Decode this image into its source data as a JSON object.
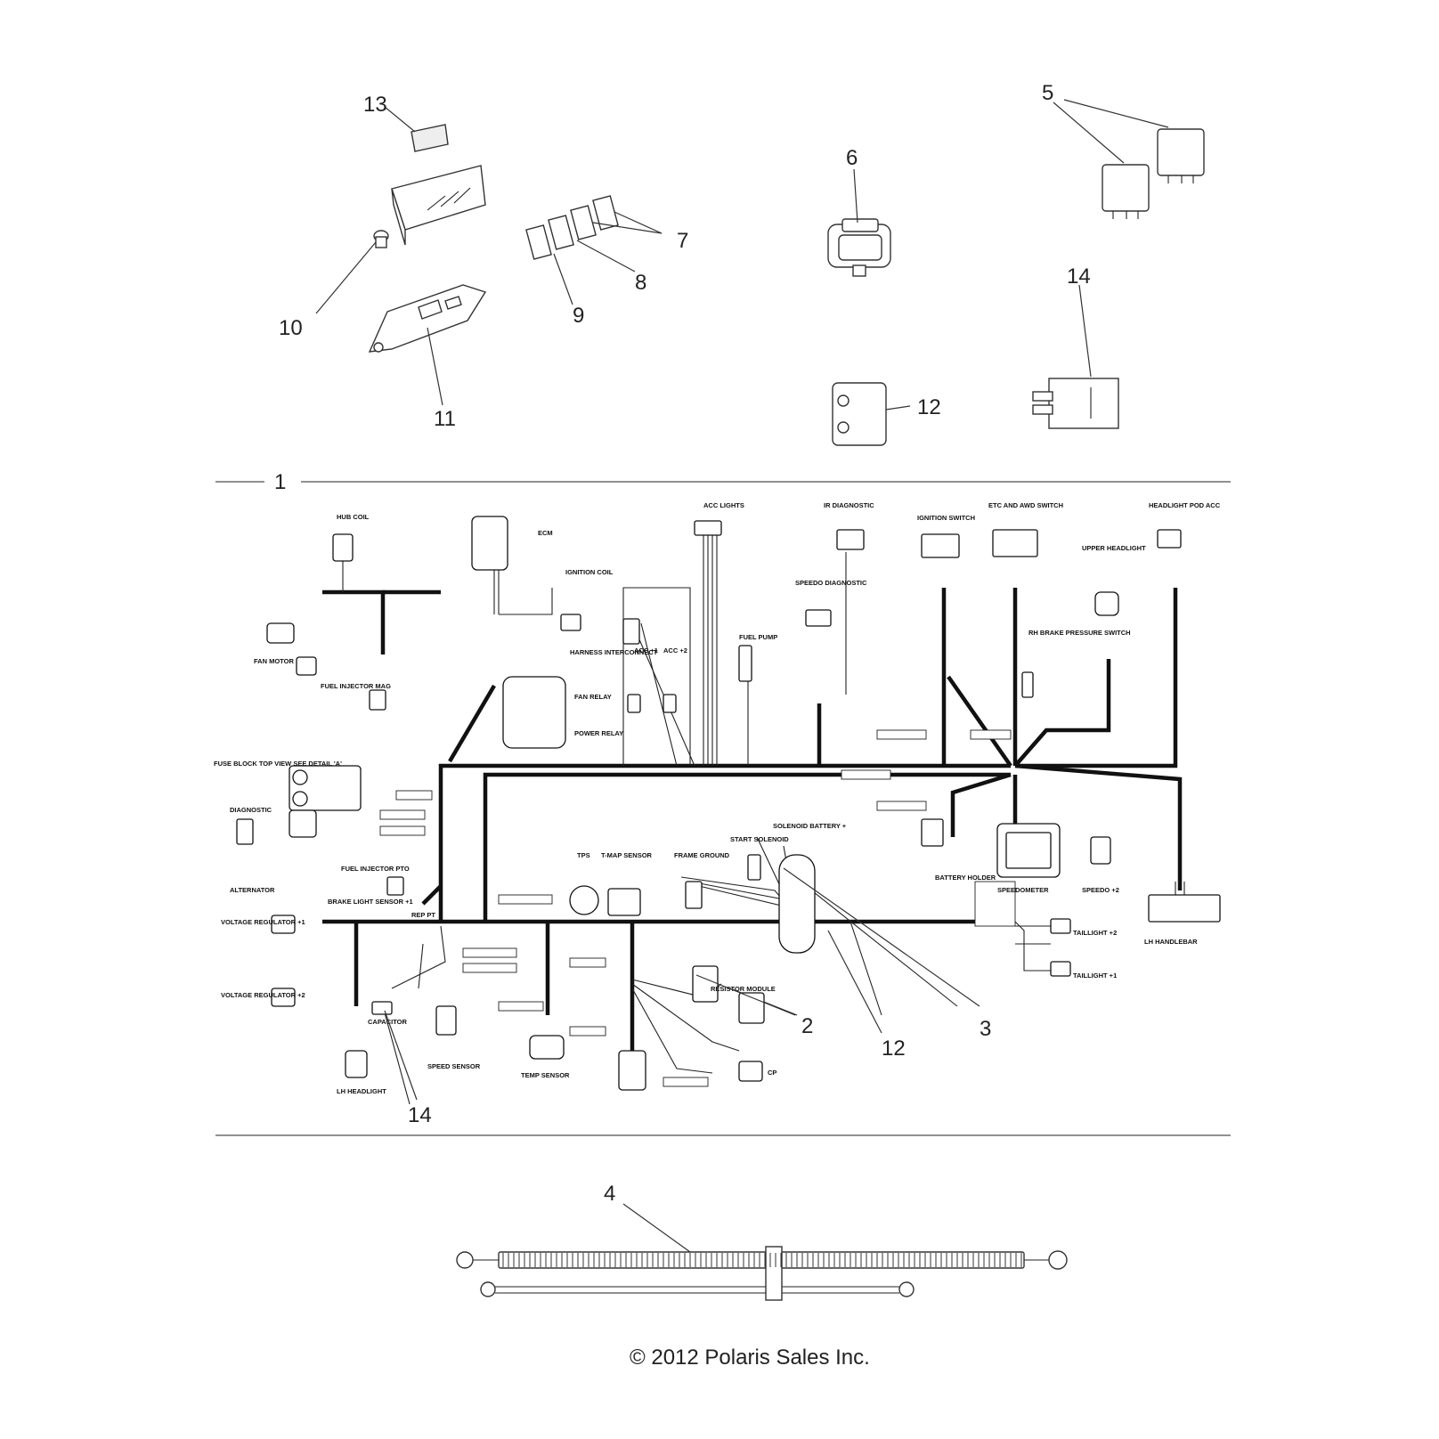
{
  "callouts": {
    "c13": "13",
    "c5": "5",
    "c6": "6",
    "c7": "7",
    "c8": "8",
    "c9": "9",
    "c10": "10",
    "c11": "11",
    "c14a": "14",
    "c12a": "12",
    "c1": "1",
    "c2": "2",
    "c12b": "12",
    "c3": "3",
    "c14b": "14",
    "c4": "4"
  },
  "labels": {
    "hub_coil": "HUB COIL",
    "fan_motor": "FAN MOTOR",
    "fuel_injector_mag": "FUEL INJECTOR MAG",
    "fuse_block": "FUSE BLOCK TOP VIEW SEE DETAIL 'A'",
    "diagnostic": "DIAGNOSTIC",
    "alternator": "ALTERNATOR",
    "voltage_regulator_1": "VOLTAGE REGULATOR +1",
    "voltage_regulator_2": "VOLTAGE REGULATOR +2",
    "fuel_injector_pto": "FUEL INJECTOR PTO",
    "brake_light_sensor": "BRAKE LIGHT SENSOR +1",
    "ecm": "ECM",
    "ignition_coil": "IGNITION COIL",
    "harness_interconnect": "HARNESS INTERCONNECT",
    "acc1": "ACC +1",
    "acc2": "ACC +2",
    "fan_relay": "FAN RELAY",
    "power_relay": "POWER RELAY",
    "acc_lights": "ACC LIGHTS",
    "fuel_pump": "FUEL PUMP",
    "ir_diagnostic": "IR DIAGNOSTIC",
    "speedo_diagnostic": "SPEEDO DIAGNOSTIC",
    "ignition_switch": "IGNITION SWITCH",
    "etc_awd_switch": "ETC AND AWD SWITCH",
    "upper_headlight": "UPPER HEADLIGHT",
    "headlight_pod_acc": "HEADLIGHT POD ACC",
    "rh_brake_pressure_switch": "RH BRAKE PRESSURE SWITCH",
    "tps": "TPS",
    "tmap_sensor": "T-MAP SENSOR",
    "frame_ground": "FRAME GROUND",
    "start_solenoid": "START SOLENOID",
    "solenoid_battery": "SOLENOID BATTERY +",
    "battery_holder": "BATTERY HOLDER",
    "speedometer": "SPEEDOMETER",
    "speedo_2": "SPEEDO +2",
    "lh_handlebar": "LH HANDLEBAR",
    "taillight_2": "TAILLIGHT +2",
    "taillight_1": "TAILLIGHT +1",
    "resistor_module": "RESISTOR MODULE",
    "cp": "CP",
    "temp_sensor": "TEMP SENSOR",
    "speed_sensor": "SPEED SENSOR",
    "capacitor": "CAPACITOR",
    "lh_headlight": "LH HEADLIGHT",
    "rep_pt": "REP PT"
  },
  "copyright": "© 2012 Polaris Sales Inc."
}
